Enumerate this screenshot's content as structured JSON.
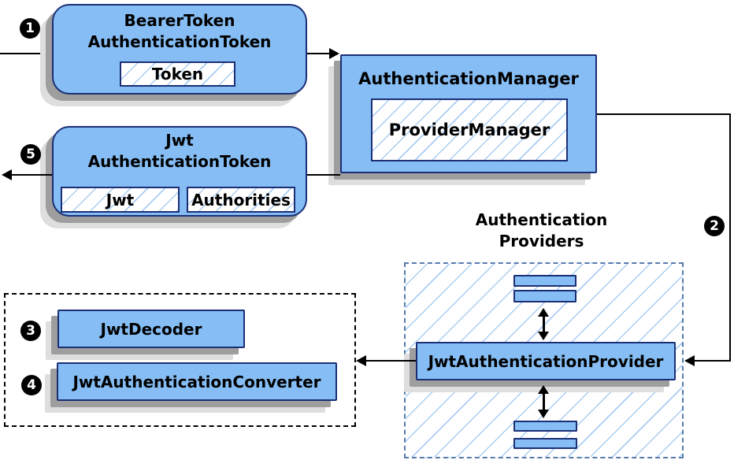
{
  "diagram": {
    "bearer_box": {
      "title1": "BearerToken",
      "title2": "AuthenticationToken",
      "token_field": "Token"
    },
    "manager_box": {
      "title": "AuthenticationManager",
      "provider_manager": "ProviderManager"
    },
    "jwt_box": {
      "title1": "Jwt",
      "title2": "AuthenticationToken",
      "jwt_field": "Jwt",
      "authorities_field": "Authorities"
    },
    "providers_box": {
      "label1": "Authentication",
      "label2": "Providers",
      "jwt_provider": "JwtAuthenticationProvider"
    },
    "converter_box": {
      "jwt_decoder": "JwtDecoder",
      "jwt_converter": "JwtAuthenticationConverter"
    },
    "markers": {
      "s1": "1",
      "s2": "2",
      "s3": "3",
      "s4": "4",
      "s5": "5"
    },
    "colors": {
      "node_fill": "#85bdf4",
      "node_border": "#1b2f77",
      "hatch_line": "#a9cdf4",
      "providers_dash_border": "#567bad",
      "black_dash_border": "#000000",
      "shadow_dark": "#9e9e9e",
      "shadow_light": "#dedede",
      "connector": "#000000",
      "marker_bg": "#000000",
      "marker_text": "#ffffff",
      "background": "#ffffff"
    }
  }
}
